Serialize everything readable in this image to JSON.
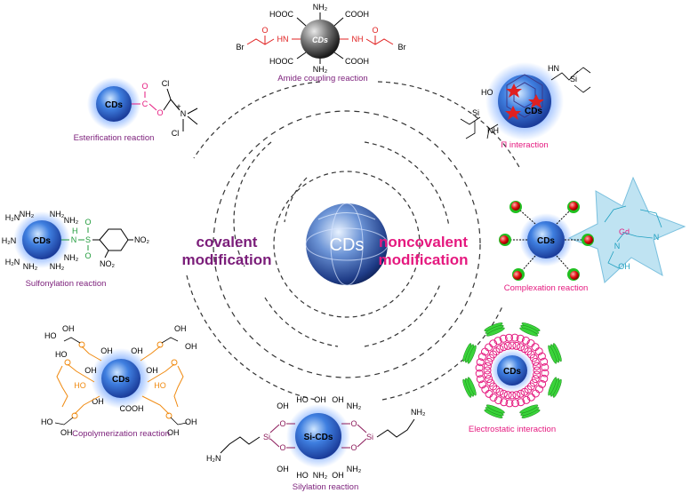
{
  "center": {
    "label": "CDs"
  },
  "sides": {
    "covalent": [
      "covalent",
      "modification"
    ],
    "noncovalent": [
      "noncovalent",
      "modification"
    ]
  },
  "captions": {
    "amide": "Amide coupling reaction",
    "esterification": "Esterification reaction",
    "pi": "Π interaction",
    "sulfonylation": "Sulfonylation reaction",
    "complexation": "Complexation reaction",
    "copolymerization": "Copolymerization reaction",
    "electrostatic": "Electrostatic interaction",
    "silylation": "Silylation reaction"
  },
  "nodes": {
    "cds": "CDs",
    "si_cds": "Si-CDs",
    "gd": "Gd"
  },
  "groups": {
    "cooh": "COOH",
    "hooc": "HOOC",
    "nh2": "NH₂",
    "h2n": "H₂N",
    "hn": "HN",
    "nh": "NH",
    "br": "Br",
    "cl": "Cl",
    "oh": "OH",
    "ho": "HO",
    "no2": "NO₂",
    "n": "N",
    "o": "O",
    "si": "Si",
    "c": "C",
    "s": "S",
    "h": "H",
    "plus": "+"
  },
  "colors": {
    "covalent": "#7b1e7a",
    "noncovalent": "#e5197f",
    "caption": "#7b1e7a",
    "amide_link": "#e02020",
    "sulfonyl": "#1f9a3a",
    "copoly": "#f08a10",
    "silyl": "#8b1a5a",
    "complex": "#1fa0c0"
  }
}
